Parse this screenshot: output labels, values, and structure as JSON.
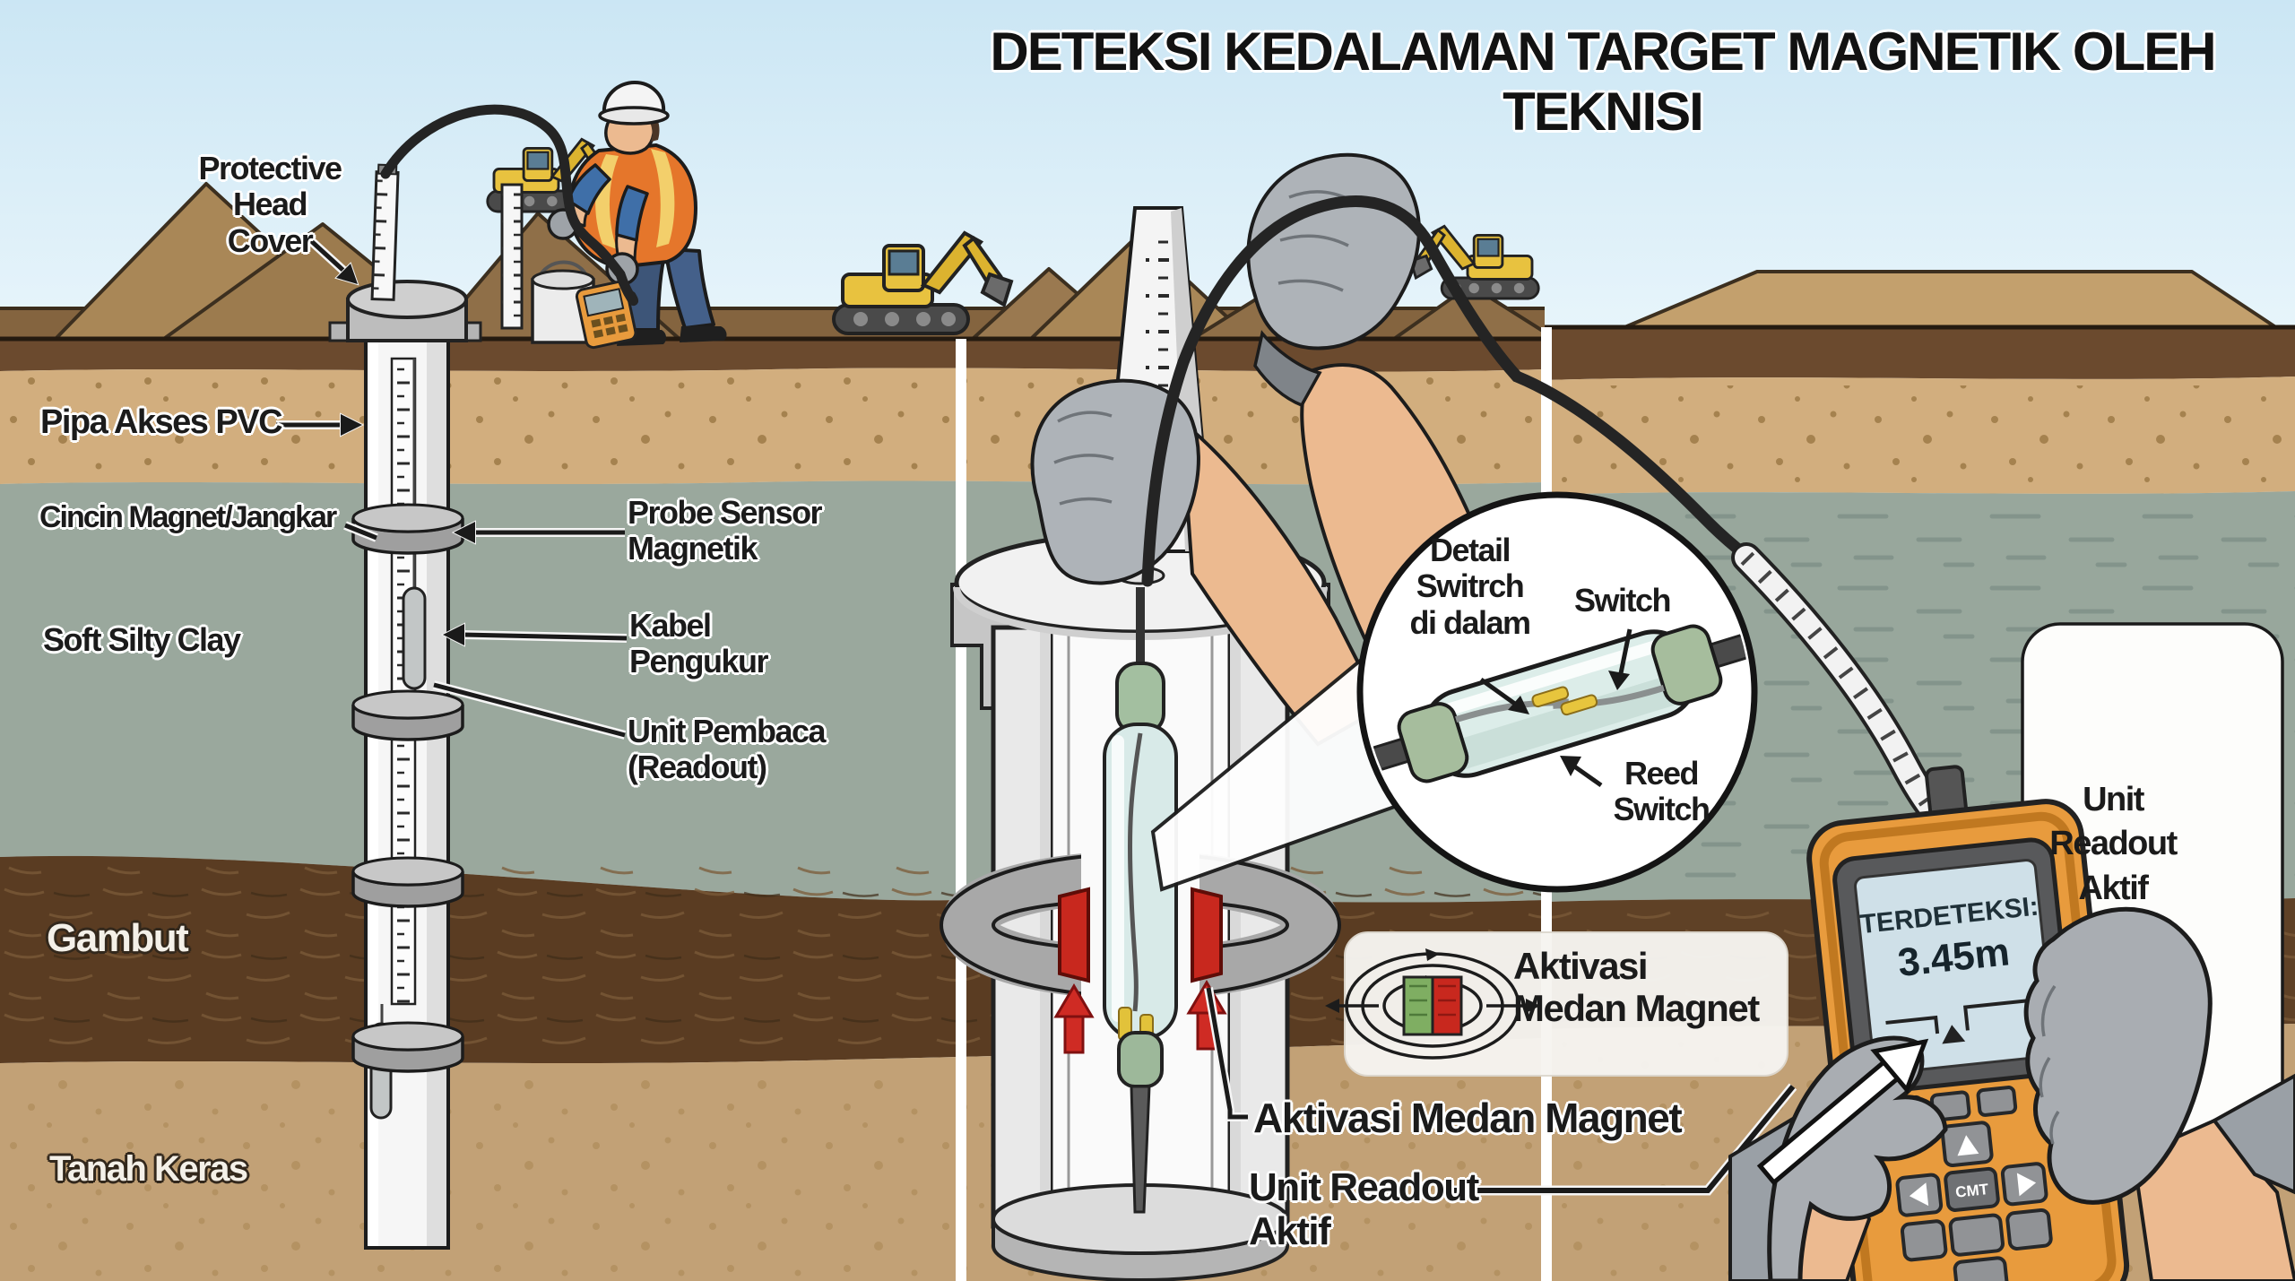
{
  "title": "DETEKSI KEDALAMAN TARGET MAGNETIK OLEH TEKNISI",
  "panel_left": {
    "labels": {
      "protective_head_cover": "Protective\nHead Cover",
      "pipa_akses_pvc": "Pipa Akses PVC",
      "cincin_magnet_jangkar": "Cincin Magnet/Jangkar",
      "soft_silty_clay": "Soft Silty Clay",
      "probe_sensor_magnetik": "Probe Sensor\nMagnetik",
      "kabel_pengukur": "Kabel\nPengukur",
      "unit_pembaca": "Unit Pembaca\n(Readout)",
      "gambut": "Gambut",
      "tanah_keras": "Tanah Keras"
    }
  },
  "panel_middle": {
    "detail_inset": {
      "title": "Detail\nSwitrch\ndi dalam",
      "switch_label": "Switch",
      "reed_switch_label": "Reed\nSwitch"
    },
    "legend_box_label": "Aktivasi\nMedan Magnet",
    "labels": {
      "aktivasi_medan_magnet": "Aktivasi Medan Magnet",
      "unit_readout_aktif": "Unit Readout\nAktif"
    }
  },
  "panel_right": {
    "card_label": "Unit\nReadout\nAktif",
    "device": {
      "status_line": "TERDETEKSI:",
      "depth_value": "3.45m",
      "key_center_label": "CMT"
    }
  },
  "icons": {
    "magnet_field": "magnet-field-icon",
    "activation_arrows": "red-up-arrow-icon",
    "pointer_arrow": "white-pointer-arrow-icon"
  },
  "colors": {
    "sky": "#cfe8f5",
    "topsoil": "#6b4a2e",
    "sand": "#d2ae7e",
    "clay": "#9aa89d",
    "peat": "#5a3c22",
    "hard_soil": "#c2a176",
    "device_orange": "#e89b3d",
    "magnet_red": "#c8281e",
    "magnet_green": "#7fae62",
    "safety_vest": "#e5762b",
    "excavator_yellow": "#e8c23f"
  }
}
